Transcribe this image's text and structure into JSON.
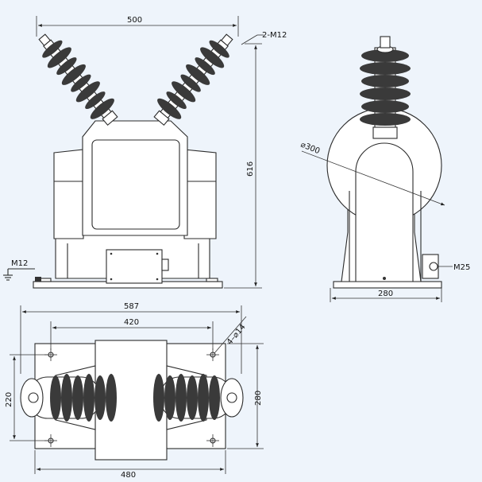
{
  "front_view": {
    "width_label": "500",
    "height_label": "616",
    "top_bolt_label": "2-M12",
    "ground_bolt_label": "M12"
  },
  "side_view": {
    "diameter_label": "⌀300",
    "base_width_label": "280",
    "terminal_label": "M25"
  },
  "plan_view": {
    "overall_width_label": "587",
    "hole_spacing_label": "420",
    "hole_label": "4–⌀14",
    "base_depth_label": "280",
    "hole_depth_label": "220",
    "base_width_label": "480"
  }
}
